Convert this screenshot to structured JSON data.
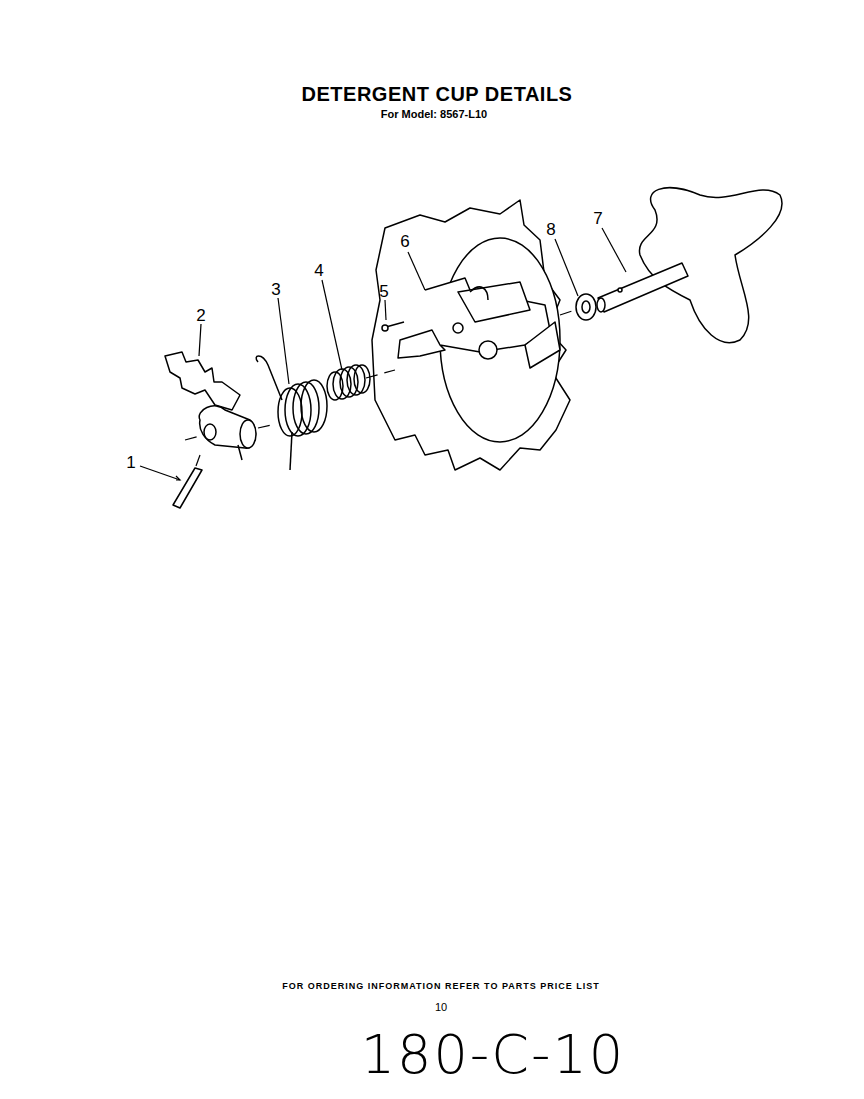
{
  "diagram": {
    "title": "DETERGENT CUP DETAILS",
    "labels": [
      "For Model: 8567-L10",
      "1",
      "2",
      "3",
      "4",
      "5",
      "6",
      "7",
      "8",
      "FOR ORDERING INFORMATION REFER TO PARTS PRICE LIST",
      "10",
      "180-C-10"
    ]
  }
}
